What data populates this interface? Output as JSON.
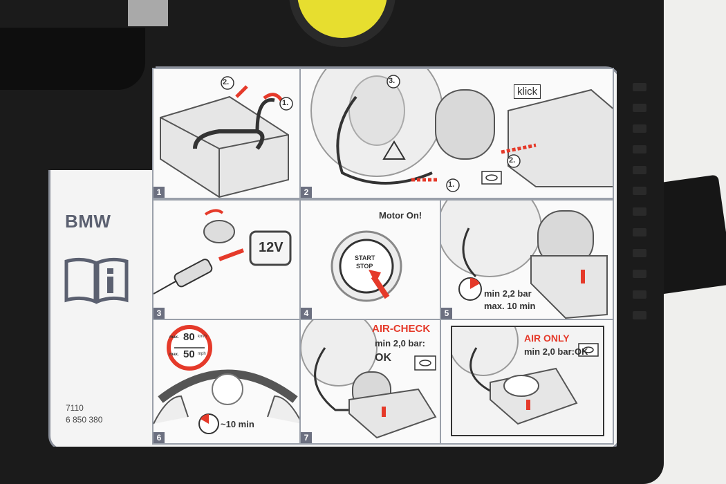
{
  "label": {
    "brand": "BMW",
    "part_number_line1": "7110",
    "part_number_line2": "6 850 380",
    "steps": [
      {
        "num": "1"
      },
      {
        "num": "2",
        "callout_klick": "klick",
        "sub1": "1.",
        "sub2": "2.",
        "sub3": "3."
      },
      {
        "num": "3",
        "voltage": "12V"
      },
      {
        "num": "4",
        "motor": "Motor On!",
        "button_line1": "START",
        "button_line2": "STOP"
      },
      {
        "num": "5",
        "min_bar": "min 2,2 bar",
        "max_time": "max. 10 min"
      },
      {
        "num": "6",
        "speed_kmh": "80",
        "speed_mph": "50",
        "unit_kmh": "km/h",
        "unit_mph": "mph",
        "max_label": "max.",
        "time": "~10 min"
      },
      {
        "num": "7",
        "title": "AIR-CHECK",
        "min_bar": "min 2,0 bar:",
        "ok": "OK"
      },
      {
        "num": "",
        "title": "AIR ONLY",
        "min_bar": "min 2,0 bar:OK"
      }
    ]
  },
  "colors": {
    "accent_red": "#e53a2a",
    "knob_yellow": "#e7de2f",
    "housing": "#1b1b1b",
    "label_gray": "#6c7080"
  },
  "icons": [
    "open-book-info-icon",
    "warning-triangle-icon",
    "eye-icon",
    "tire-icon",
    "compressor-icon",
    "clock-icon",
    "steering-wheel-icon",
    "start-stop-button-icon",
    "cigarette-lighter-icon"
  ]
}
